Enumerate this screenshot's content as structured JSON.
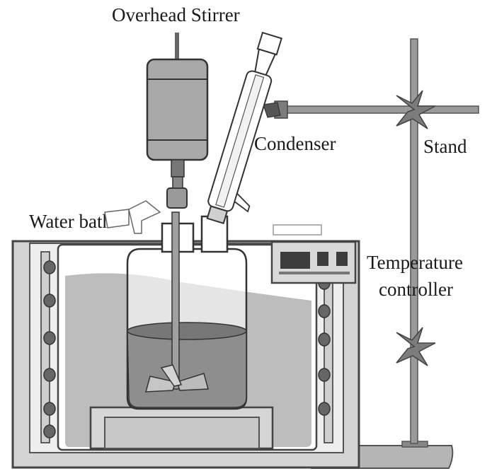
{
  "labels": {
    "overhead_stirrer": "Overhead Stirrer",
    "condenser": "Condenser",
    "stand": "Stand",
    "water_bath": "Water bath",
    "temperature": "Temperature",
    "controller": "controller"
  },
  "colors": {
    "outline": "#444444",
    "bath_frame": "#d4d4d4",
    "inner_wall": "#ececec",
    "water": "#b8b8b8",
    "liquid": "#8e8e8e",
    "motor": "#a9a9a9",
    "stand_rod": "#9a9a9a",
    "clamp": "#7c7c7c",
    "controller_panel": "#d9d9d9",
    "controller_display": "#3c3c3c"
  }
}
